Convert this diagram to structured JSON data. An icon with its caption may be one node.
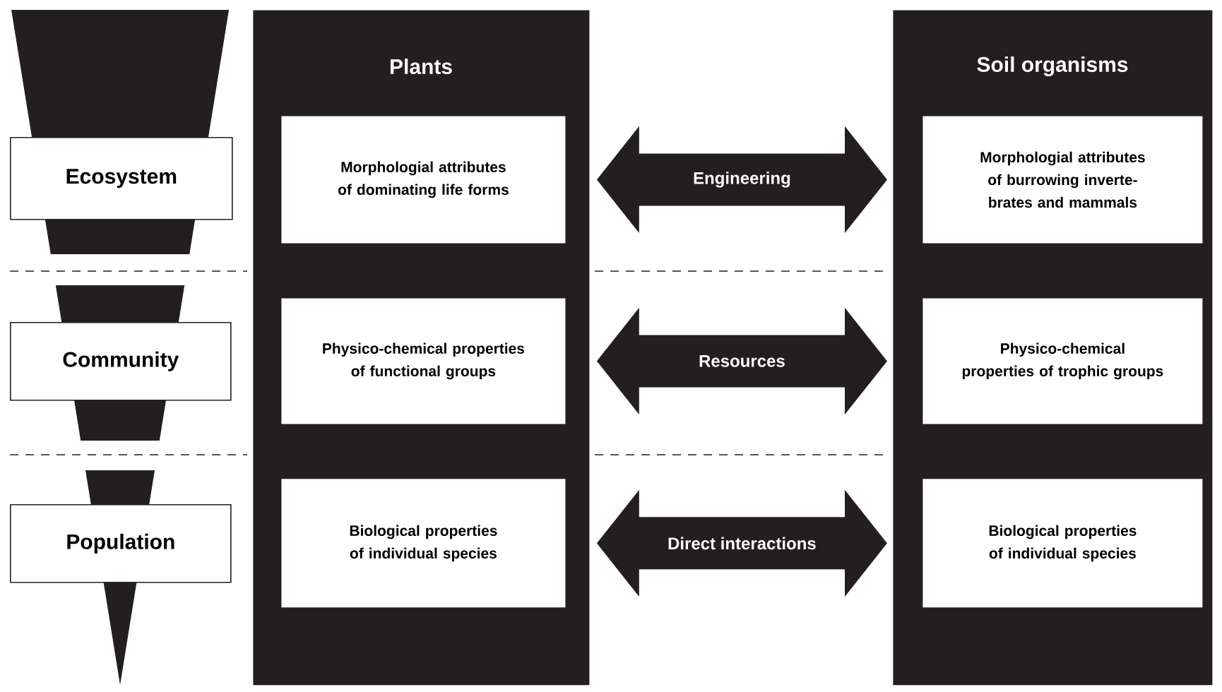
{
  "diagram": {
    "nodes": [
      {
        "text": [
          "Ecosystem"
        ]
      },
      {
        "text": [
          "Community"
        ]
      },
      {
        "text": [
          "Population"
        ]
      },
      {
        "text": [
          "Plants"
        ]
      },
      {
        "text": [
          "Morphologial attributes of dominating life forms"
        ],
        "in": 3
      },
      {
        "text": [
          "Physico-chemical properties of functional groups"
        ],
        "in": 3
      },
      {
        "text": [
          "Biological properties of individual species"
        ],
        "in": 3
      },
      {
        "text": [
          "Soil organisms"
        ]
      },
      {
        "text": [
          "Morphologial attributes of burrowing inverte- brates and mammals"
        ],
        "in": 7
      },
      {
        "text": [
          "Physico-chemical properties of trophic groups"
        ],
        "in": 7
      },
      {
        "text": [
          "Biological properties of individual species"
        ],
        "in": 7
      }
    ],
    "edges": [
      {
        "from": 4,
        "to": 8,
        "arrow": "both",
        "label": "Engineering"
      },
      {
        "from": 5,
        "to": 9,
        "arrow": "both",
        "label": "Resources"
      },
      {
        "from": 6,
        "to": 10,
        "arrow": "both",
        "label": "Direct interactions"
      }
    ]
  }
}
